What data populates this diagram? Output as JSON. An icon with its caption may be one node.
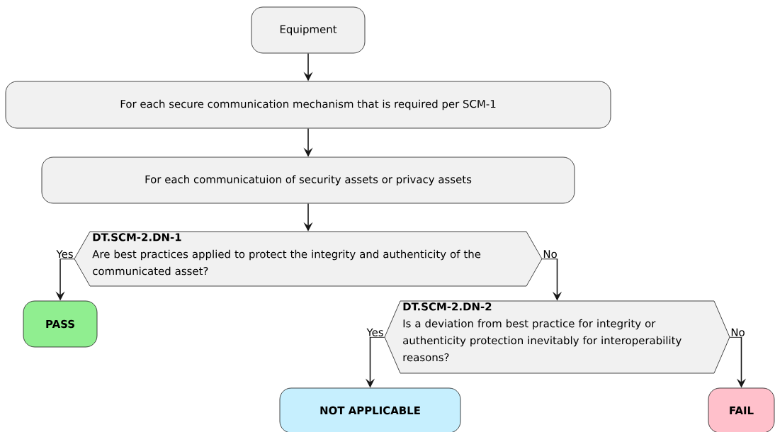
{
  "diagram": {
    "nodes": [
      {
        "text": [
          "Equipment"
        ]
      },
      {
        "text": [
          "For each secure communication mechanism that is required per SCM-1"
        ]
      },
      {
        "text": [
          "For each communicatuion of security assets or privacy assets"
        ]
      },
      {
        "text": [
          "DT.SCM-2.DN-1",
          "Are best practices applied to protect the integrity and authenticity of the communicated asset?"
        ]
      },
      {
        "text": [
          "PASS"
        ]
      },
      {
        "text": [
          "DT.SCM-2.DN-2",
          "Is a deviation from best practice for integrity or authenticity protection inevitably for interoperability reasons?"
        ]
      },
      {
        "text": [
          "NOT APPLICABLE"
        ]
      },
      {
        "text": [
          "FAIL"
        ]
      }
    ],
    "edges": [
      {
        "from": 0,
        "to": 1,
        "arrow": "to"
      },
      {
        "from": 1,
        "to": 2,
        "arrow": "to"
      },
      {
        "from": 2,
        "to": 3,
        "arrow": "to"
      },
      {
        "from": 3,
        "to": 4,
        "arrow": "to",
        "label": "Yes"
      },
      {
        "from": 3,
        "to": 5,
        "arrow": "to",
        "label": "No"
      },
      {
        "from": 5,
        "to": 6,
        "arrow": "to",
        "label": "Yes"
      },
      {
        "from": 5,
        "to": 7,
        "arrow": "to",
        "label": "No"
      }
    ]
  }
}
